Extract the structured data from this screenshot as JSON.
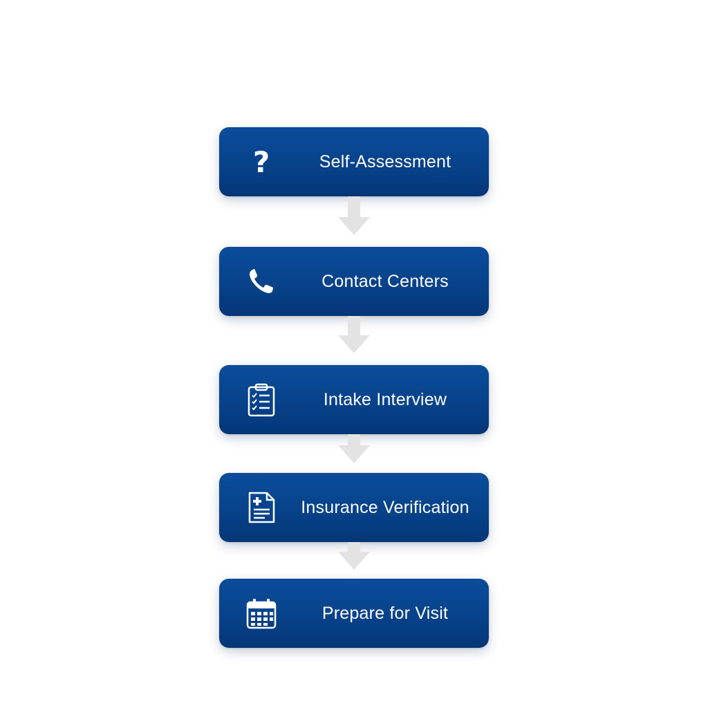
{
  "colors": {
    "box_fill": "#07428a",
    "box_text": "#ffffff",
    "connector": "#e3e3e3",
    "background": "#ffffff"
  },
  "steps": [
    {
      "label": "Self-Assessment",
      "icon": "question-mark-icon"
    },
    {
      "label": "Contact Centers",
      "icon": "phone-icon"
    },
    {
      "label": "Intake Interview",
      "icon": "clipboard-checklist-icon"
    },
    {
      "label": "Insurance Verification",
      "icon": "medical-document-icon"
    },
    {
      "label": "Prepare for Visit",
      "icon": "calendar-icon"
    }
  ]
}
